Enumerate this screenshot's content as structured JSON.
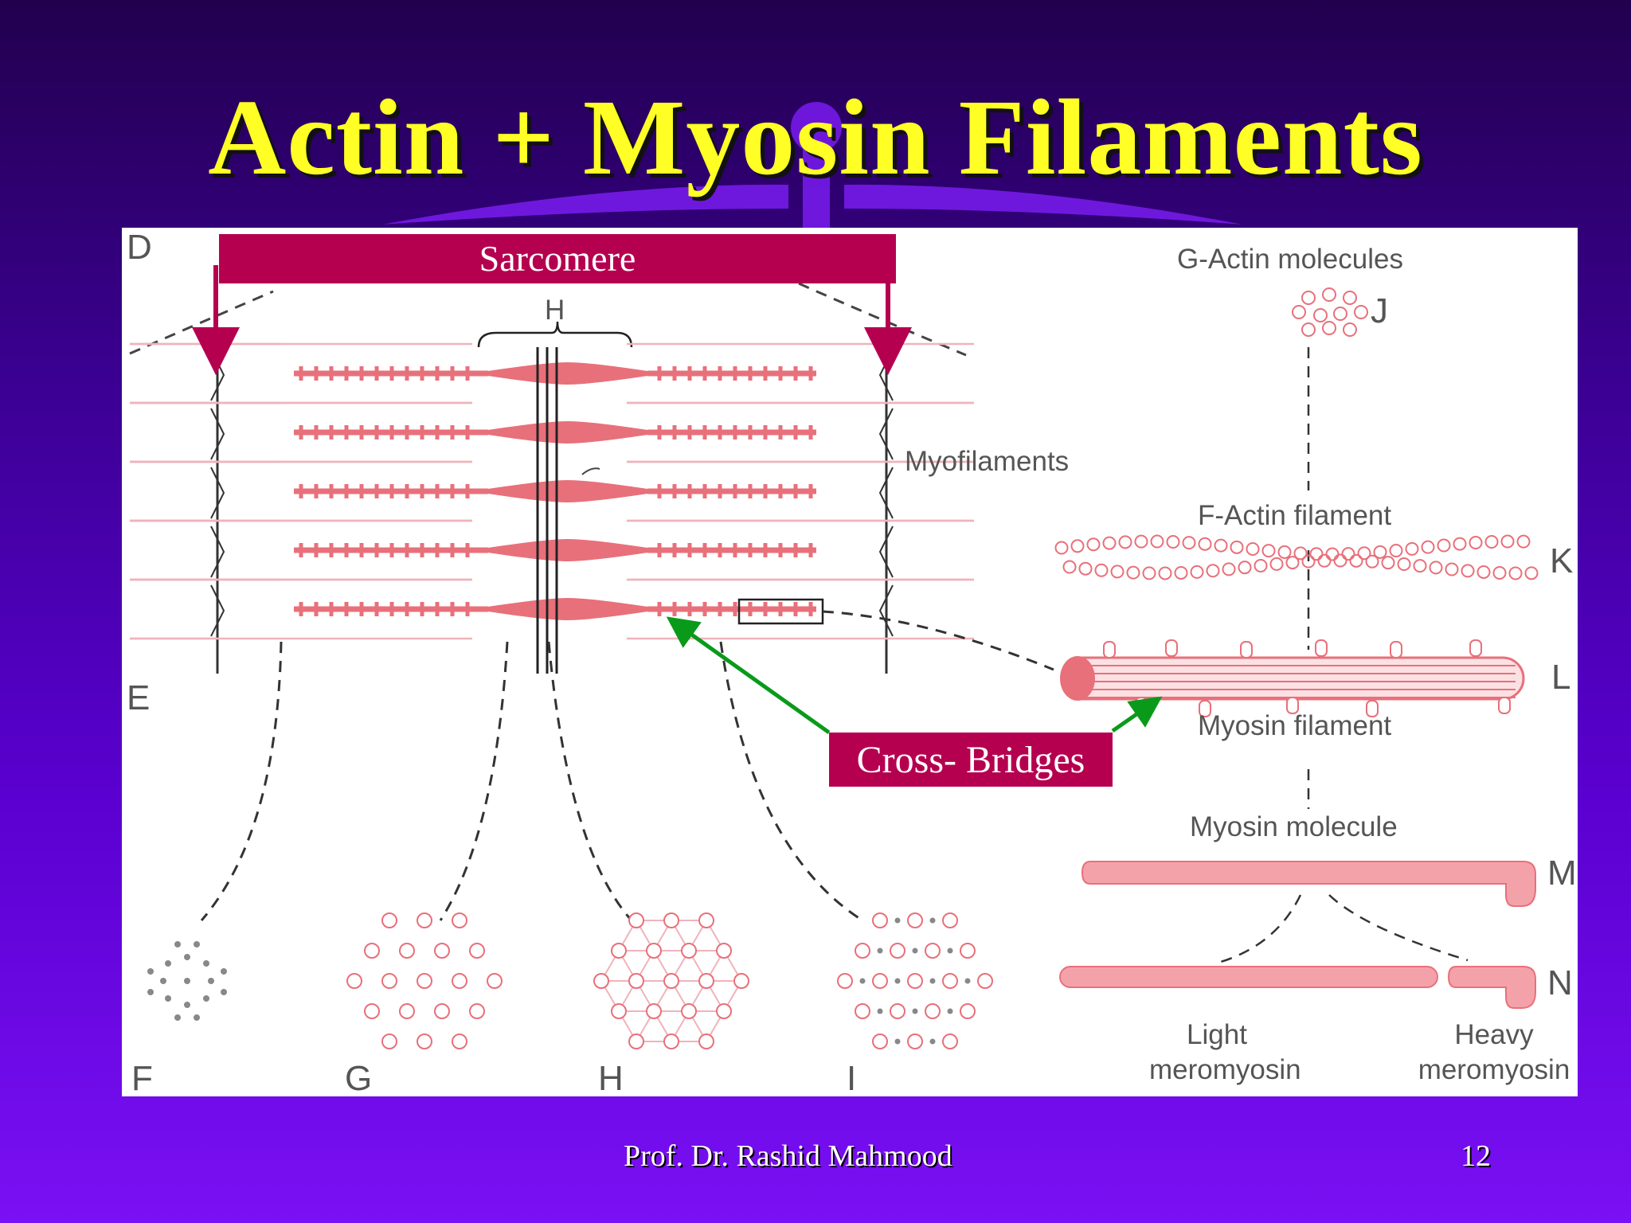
{
  "slide": {
    "title": "Actin + Myosin Filaments",
    "author": "Prof. Dr. Rashid Mahmood",
    "page_number": "12"
  },
  "callouts": {
    "sarcomere": "Sarcomere",
    "cross_bridges": "Cross- Bridges"
  },
  "diagram": {
    "labels": {
      "h_zone": "H",
      "g_actin": "G-Actin molecules",
      "myofilaments": "Myofilaments",
      "f_actin": "F-Actin filament",
      "myosin_filament": "Myosin filament",
      "myosin_molecule": "Myosin molecule",
      "light_meromyosin": "Light\nmeromyosin",
      "heavy_meromyosin": "Heavy\nmeromyosin"
    },
    "panel_letters": [
      "D",
      "E",
      "F",
      "G",
      "H",
      "I",
      "J",
      "K",
      "L",
      "M",
      "N"
    ]
  },
  "colors": {
    "title": "#ffff26",
    "callout_bg": "#b5004f",
    "filament": "#e8707a",
    "arrow_green": "#0a9a1a"
  }
}
